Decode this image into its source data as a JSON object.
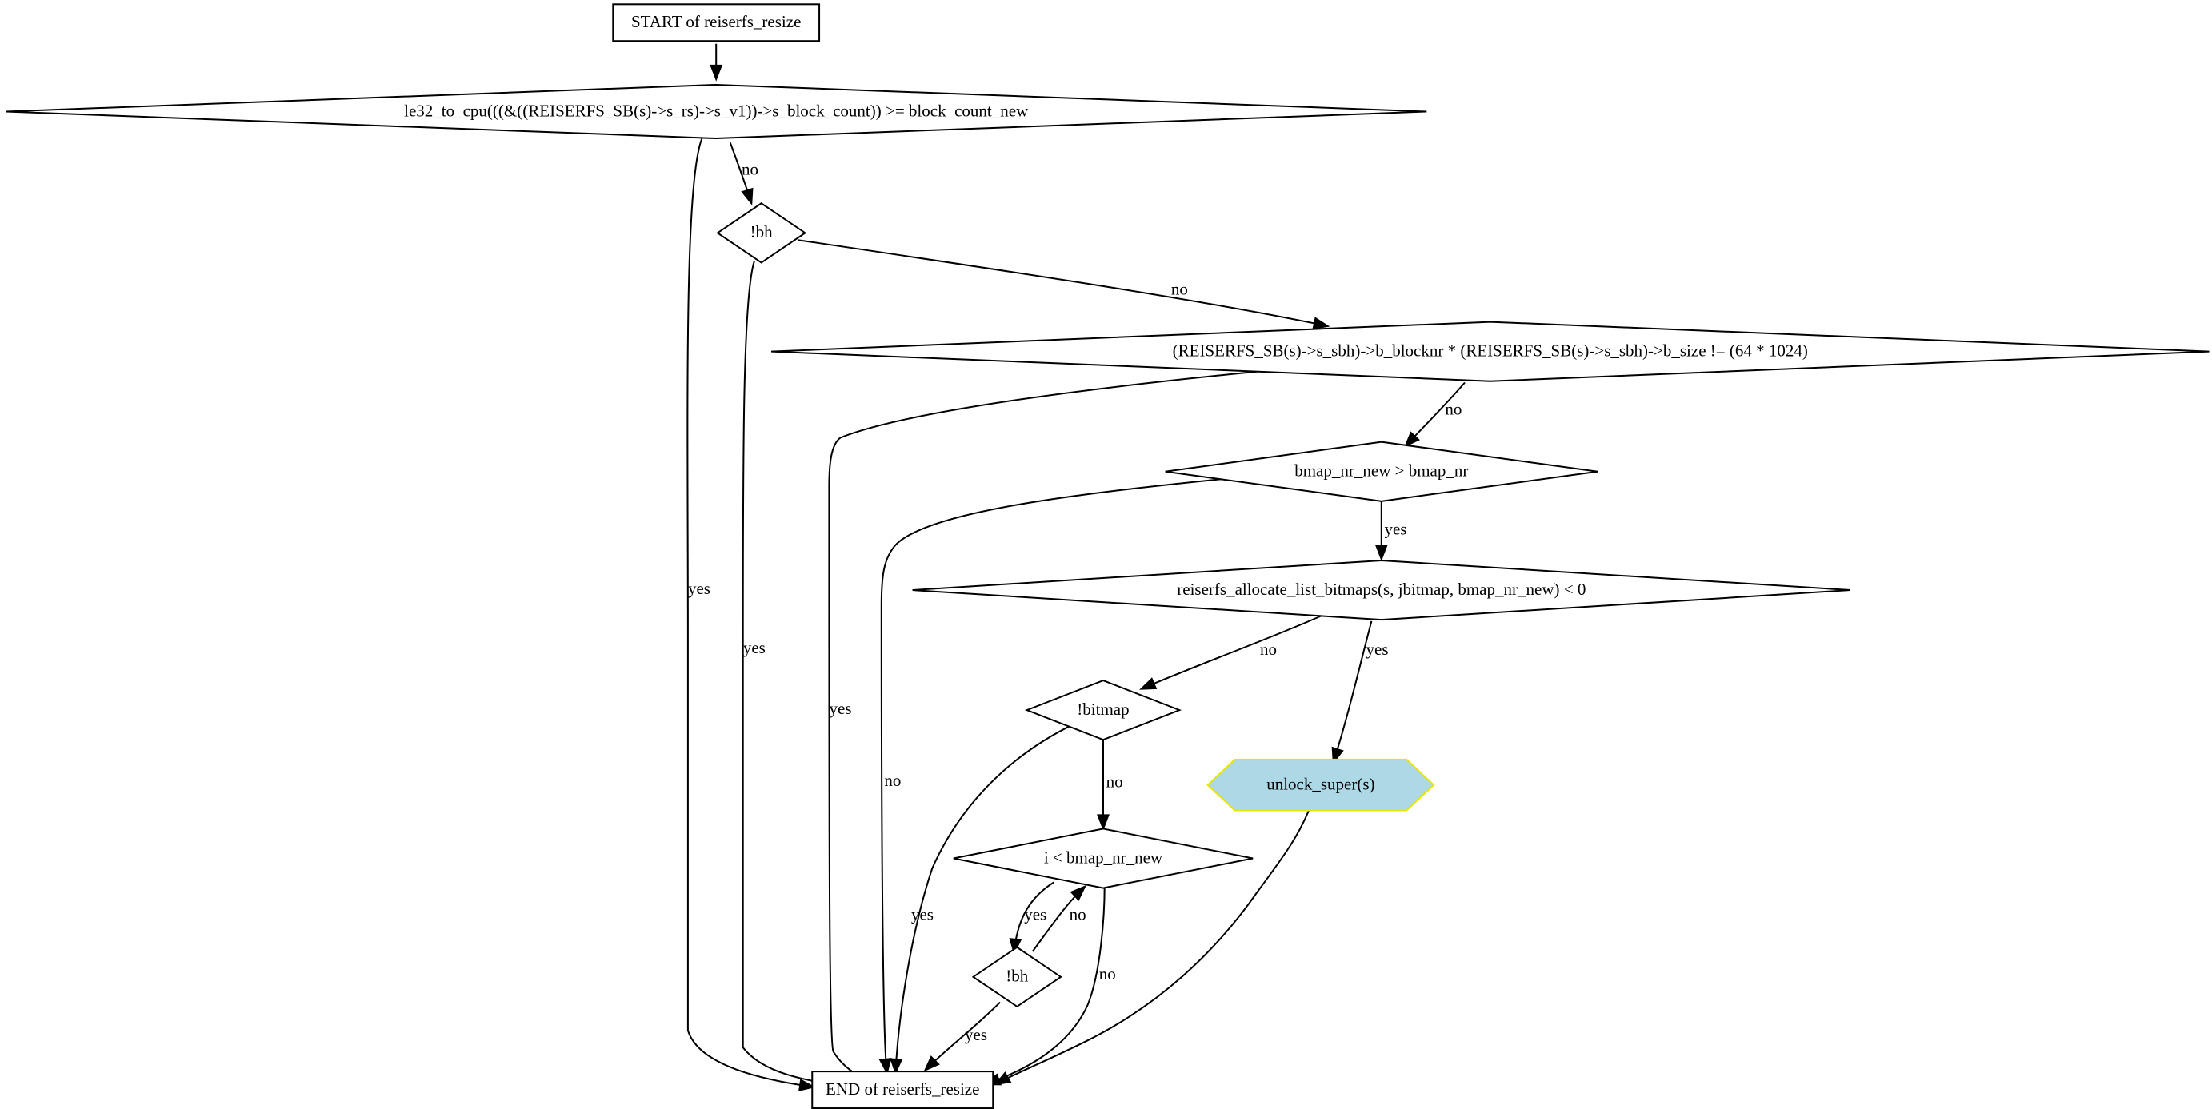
{
  "colors": {
    "background": "#ffffff",
    "stroke": "#000000",
    "highlight_fill": "#add8e6",
    "highlight_border": "#e6e600"
  },
  "nodes": [
    {
      "id": "start",
      "shape": "rect",
      "label": "START of reiserfs_resize"
    },
    {
      "id": "cond1",
      "shape": "diamond",
      "label": "le32_to_cpu(((&((REISERFS_SB(s)->s_rs)->s_v1))->s_block_count)) >= block_count_new"
    },
    {
      "id": "bh1",
      "shape": "diamond",
      "label": "!bh"
    },
    {
      "id": "cond3",
      "shape": "diamond",
      "label": "(REISERFS_SB(s)->s_sbh)->b_blocknr * (REISERFS_SB(s)->s_sbh)->b_size != (64 * 1024)"
    },
    {
      "id": "bmapgt",
      "shape": "diamond",
      "label": "bmap_nr_new > bmap_nr"
    },
    {
      "id": "alloc",
      "shape": "diamond",
      "label": "reiserfs_allocate_list_bitmaps(s, jbitmap, bmap_nr_new) < 0"
    },
    {
      "id": "bitmap",
      "shape": "diamond",
      "label": "!bitmap"
    },
    {
      "id": "unlock",
      "shape": "hexagon",
      "label": "unlock_super(s)"
    },
    {
      "id": "loop",
      "shape": "diamond",
      "label": "i < bmap_nr_new"
    },
    {
      "id": "bh2",
      "shape": "diamond",
      "label": "!bh"
    },
    {
      "id": "end",
      "shape": "rect",
      "label": "END of reiserfs_resize"
    }
  ],
  "edges": [
    {
      "from": "start",
      "to": "cond1",
      "label": ""
    },
    {
      "from": "cond1",
      "to": "end",
      "label": "yes"
    },
    {
      "from": "cond1",
      "to": "bh1",
      "label": "no"
    },
    {
      "from": "bh1",
      "to": "end",
      "label": "yes"
    },
    {
      "from": "bh1",
      "to": "cond3",
      "label": "no"
    },
    {
      "from": "cond3",
      "to": "end",
      "label": "yes"
    },
    {
      "from": "cond3",
      "to": "bmapgt",
      "label": "no"
    },
    {
      "from": "bmapgt",
      "to": "end",
      "label": "no"
    },
    {
      "from": "bmapgt",
      "to": "alloc",
      "label": "yes"
    },
    {
      "from": "alloc",
      "to": "bitmap",
      "label": "no"
    },
    {
      "from": "alloc",
      "to": "unlock",
      "label": "yes"
    },
    {
      "from": "bitmap",
      "to": "end",
      "label": "yes"
    },
    {
      "from": "bitmap",
      "to": "loop",
      "label": "no"
    },
    {
      "from": "unlock",
      "to": "end",
      "label": ""
    },
    {
      "from": "loop",
      "to": "bh2",
      "label": "yes"
    },
    {
      "from": "loop",
      "to": "end",
      "label": "no"
    },
    {
      "from": "bh2",
      "to": "loop",
      "label": "no"
    },
    {
      "from": "bh2",
      "to": "end",
      "label": "yes"
    }
  ]
}
